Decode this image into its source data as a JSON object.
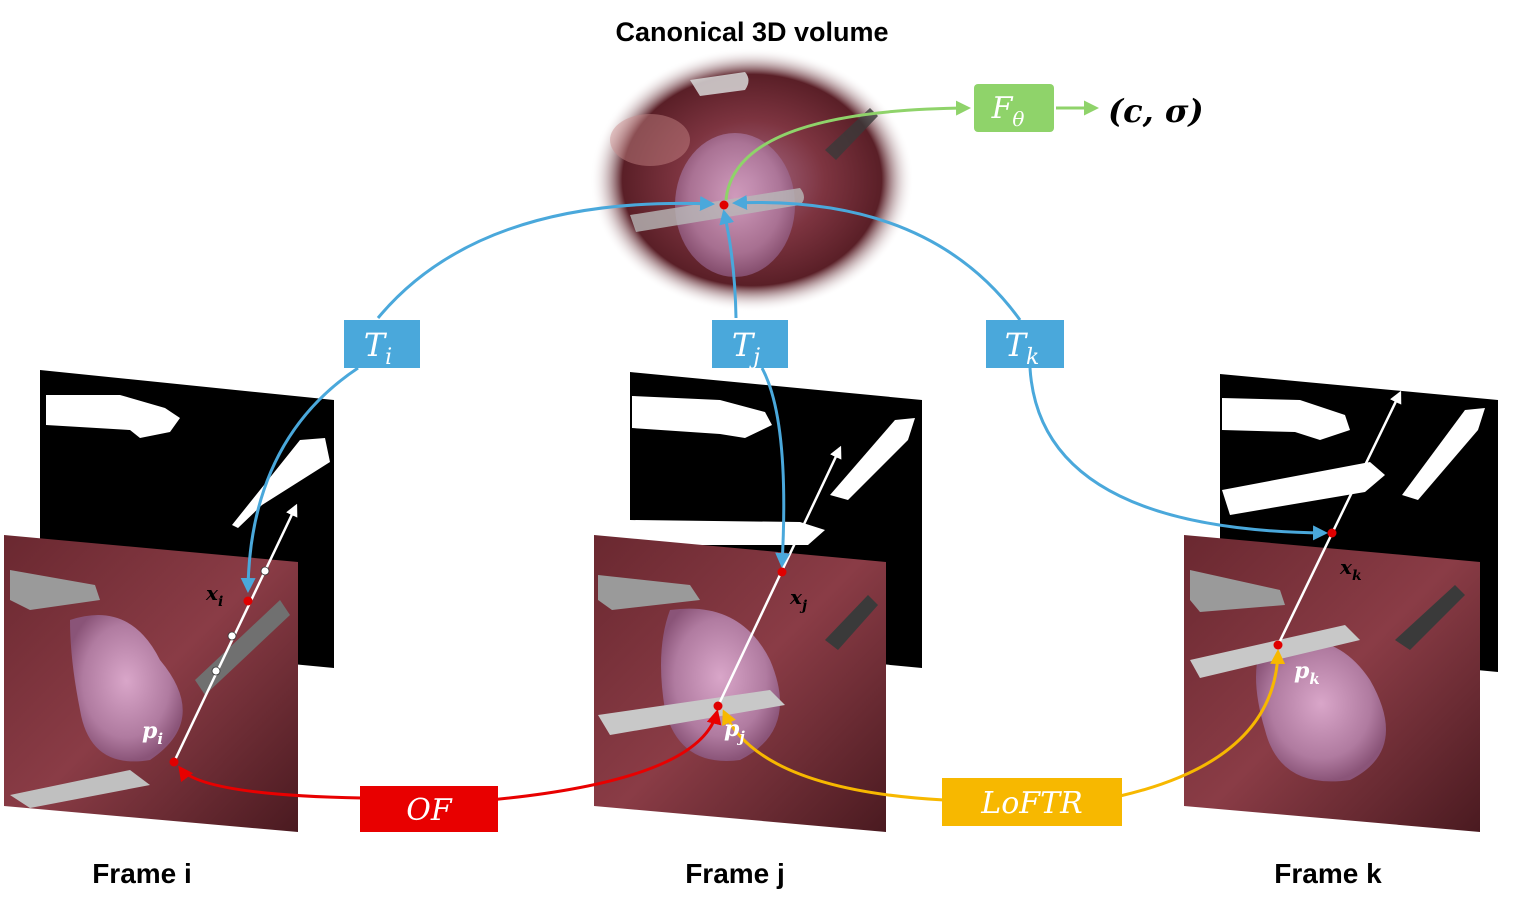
{
  "title": "Canonical 3D volume",
  "frames": [
    {
      "label": "Frame i",
      "pixel": "p",
      "pixel_sub": "i",
      "point": "x",
      "point_sub": "i"
    },
    {
      "label": "Frame j",
      "pixel": "p",
      "pixel_sub": "j",
      "point": "x",
      "point_sub": "j"
    },
    {
      "label": "Frame k",
      "pixel": "p",
      "pixel_sub": "k",
      "point": "x",
      "point_sub": "k"
    }
  ],
  "transforms": [
    {
      "base": "T",
      "sub": "i"
    },
    {
      "base": "T",
      "sub": "j"
    },
    {
      "base": "T",
      "sub": "k"
    }
  ],
  "network": {
    "base": "F",
    "sub": "θ",
    "output": "(c, σ)"
  },
  "methods": {
    "optical_flow": "OF",
    "matcher": "LoFTR"
  },
  "colors": {
    "transform": "#4aa8db",
    "network": "#8fd36a",
    "optical_flow": "#e80000",
    "matcher": "#f7b800",
    "point": "#e00000",
    "mask_bg": "#000000",
    "tissue": "#7a2f35"
  }
}
